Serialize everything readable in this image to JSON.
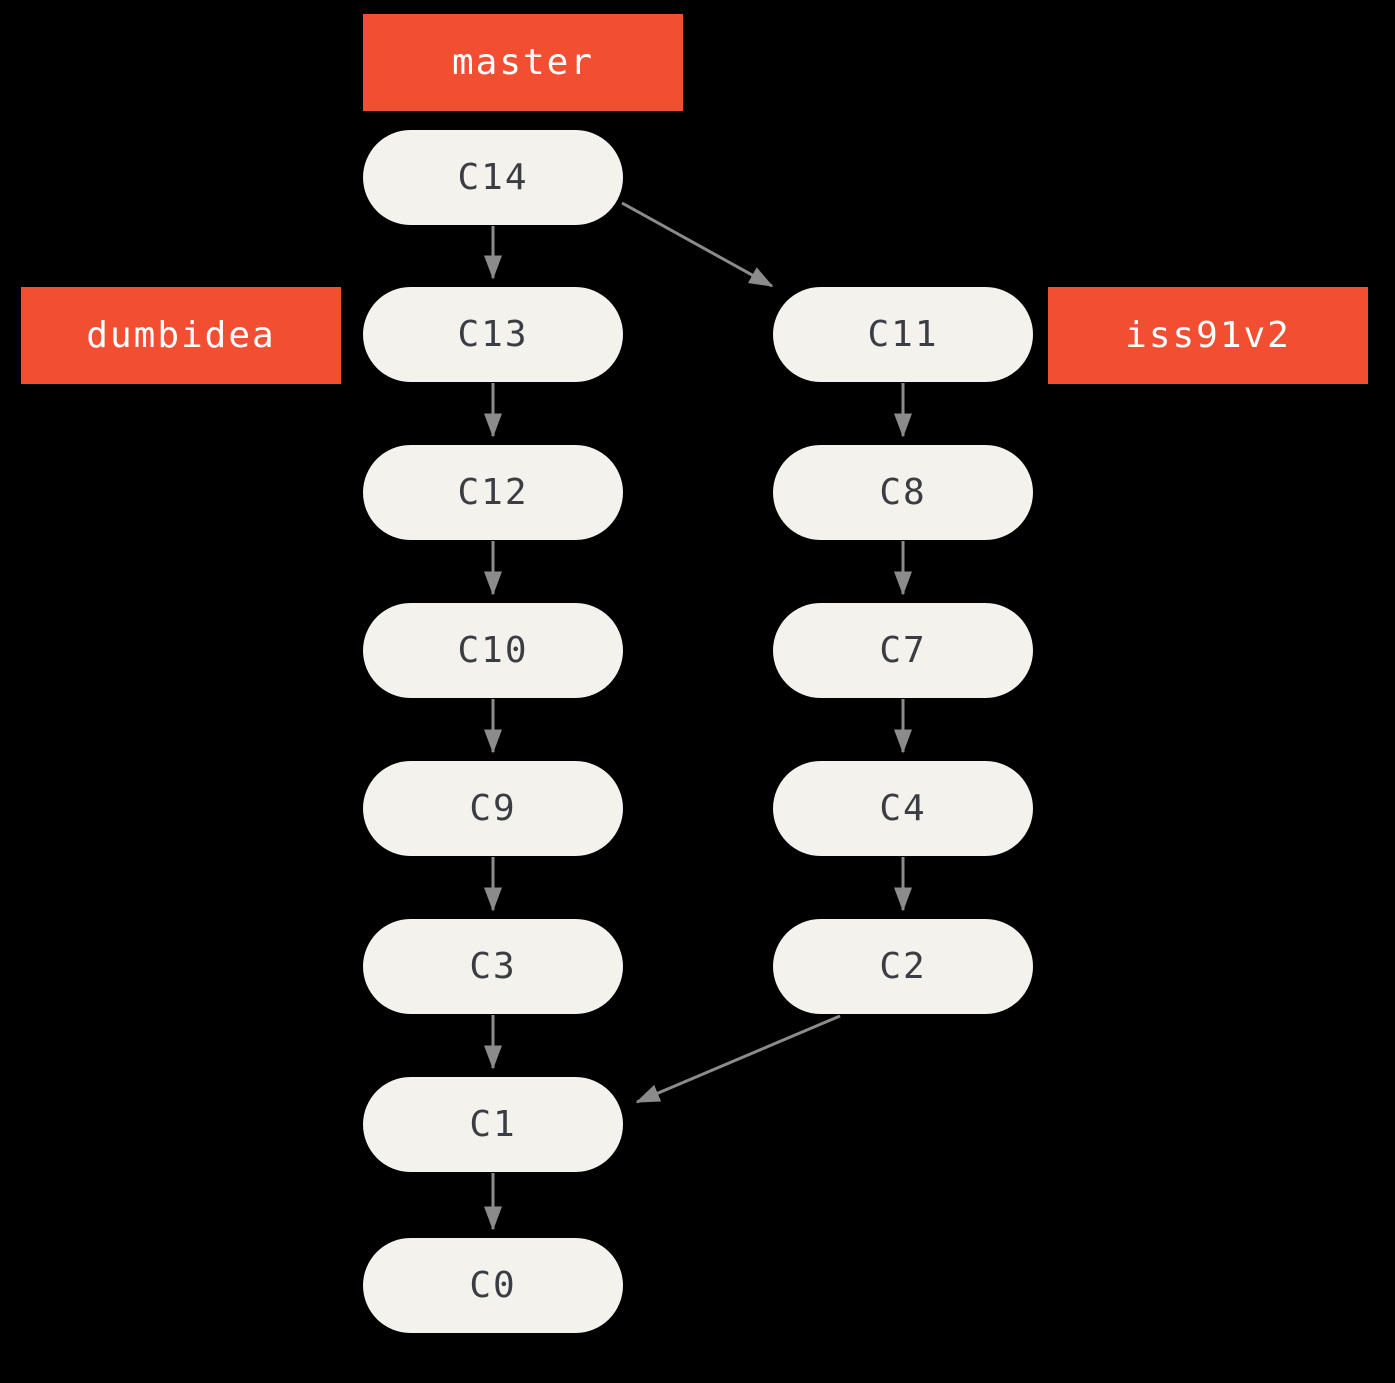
{
  "diagram_title": "git-commit-history-graph",
  "colors": {
    "background": "#000000",
    "node_fill": "#F3F2EC",
    "node_text": "#3A3E44",
    "branch_fill": "#F14E32",
    "branch_text": "#FFFFFF",
    "edge": "#8B8B8B"
  },
  "branches": [
    {
      "label": "master",
      "points_to": "C14",
      "position": "top"
    },
    {
      "label": "dumbidea",
      "points_to": "C13",
      "position": "left"
    },
    {
      "label": "iss91v2",
      "points_to": "C11",
      "position": "right"
    }
  ],
  "commits": [
    {
      "label": "C14"
    },
    {
      "label": "C13"
    },
    {
      "label": "C12"
    },
    {
      "label": "C10"
    },
    {
      "label": "C9"
    },
    {
      "label": "C3"
    },
    {
      "label": "C1"
    },
    {
      "label": "C0"
    },
    {
      "label": "C11"
    },
    {
      "label": "C8"
    },
    {
      "label": "C7"
    },
    {
      "label": "C4"
    },
    {
      "label": "C2"
    }
  ],
  "edges": [
    [
      "C14",
      "C13"
    ],
    [
      "C14",
      "C11"
    ],
    [
      "C13",
      "C12"
    ],
    [
      "C12",
      "C10"
    ],
    [
      "C10",
      "C9"
    ],
    [
      "C9",
      "C3"
    ],
    [
      "C3",
      "C1"
    ],
    [
      "C1",
      "C0"
    ],
    [
      "C11",
      "C8"
    ],
    [
      "C8",
      "C7"
    ],
    [
      "C7",
      "C4"
    ],
    [
      "C4",
      "C2"
    ],
    [
      "C2",
      "C1"
    ]
  ]
}
